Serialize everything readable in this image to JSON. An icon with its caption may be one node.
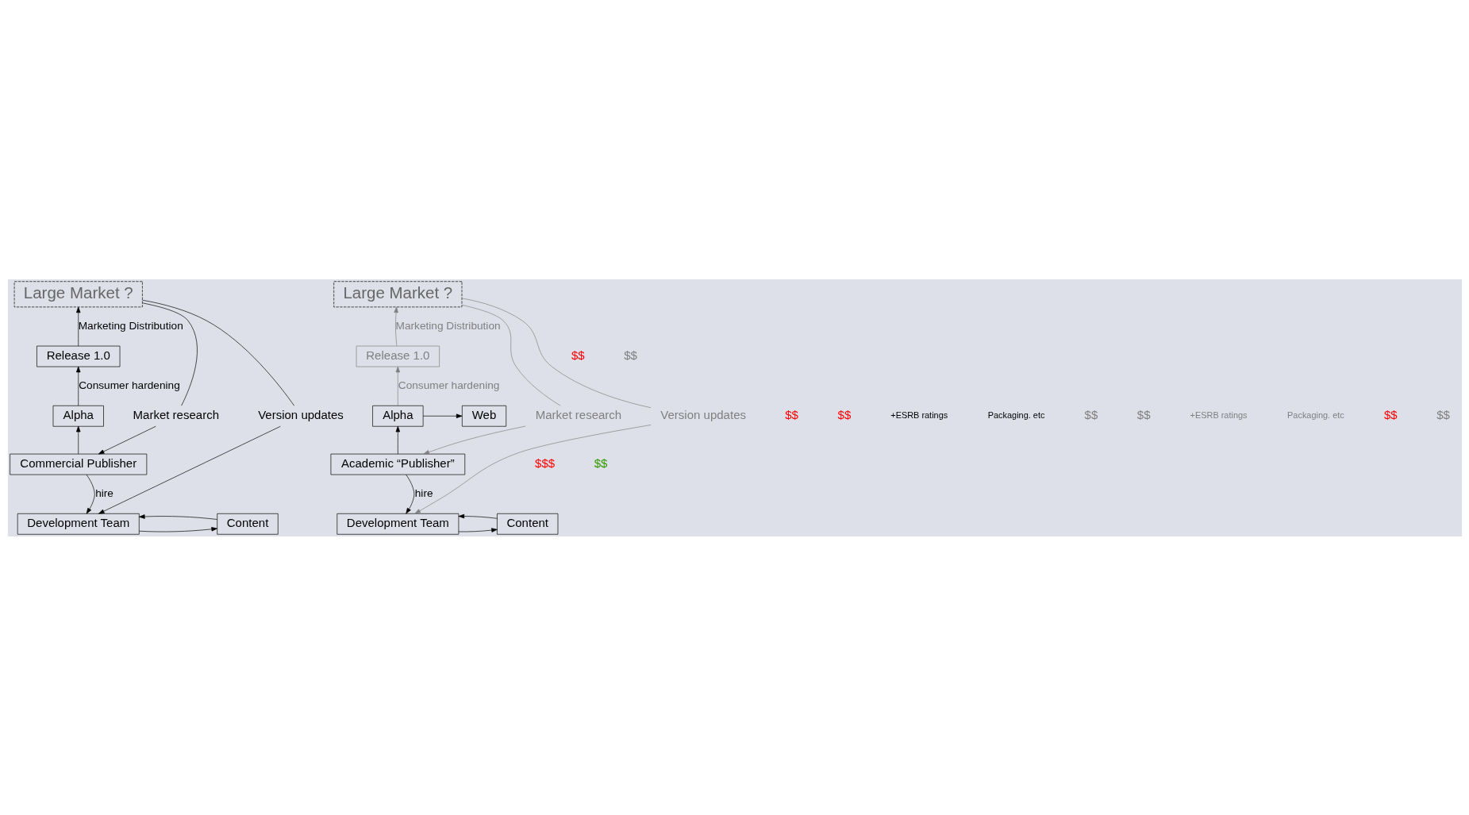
{
  "diagram": {
    "nodes": [
      {
        "text": [
          "Large Market ?"
        ]
      },
      {
        "text": [
          "Release 1.0"
        ]
      },
      {
        "text": [
          "Alpha"
        ]
      },
      {
        "text": [
          "Commercial Publisher"
        ]
      },
      {
        "text": [
          "Development Team"
        ]
      },
      {
        "text": [
          "Content"
        ]
      },
      {
        "text": [
          "Market research"
        ]
      },
      {
        "text": [
          "Version updates"
        ]
      },
      {
        "text": [
          "Large Market ?"
        ]
      },
      {
        "text": [
          "Release 1.0"
        ]
      },
      {
        "text": [
          "Alpha"
        ]
      },
      {
        "text": [
          "Web"
        ]
      },
      {
        "text": [
          "Academic “Publisher”"
        ]
      },
      {
        "text": [
          "Content"
        ]
      },
      {
        "text": [
          "Development Team"
        ]
      },
      {
        "text": [
          "Market research"
        ]
      },
      {
        "text": [
          "Version updates"
        ]
      }
    ],
    "edges": [
      {
        "from": 1,
        "to": 0,
        "arrow": "to",
        "label": "Marketing Distribution"
      },
      {
        "from": 2,
        "to": 1,
        "arrow": "to",
        "label": "Consumer hardening"
      },
      {
        "from": 3,
        "to": 2,
        "arrow": "to"
      },
      {
        "from": 3,
        "to": 4,
        "arrow": "to",
        "label": "hire"
      },
      {
        "from": 5,
        "to": 4,
        "arrow": "to"
      },
      {
        "from": 4,
        "to": 5,
        "arrow": "to"
      },
      {
        "from": 0,
        "to": 6,
        "arrow": "none"
      },
      {
        "from": 6,
        "to": 3,
        "arrow": "to"
      },
      {
        "from": 0,
        "to": 7,
        "arrow": "none"
      },
      {
        "from": 7,
        "to": 4,
        "arrow": "to"
      },
      {
        "from": 9,
        "to": 8,
        "arrow": "to",
        "label": "Marketing Distribution",
        "color": "#808080"
      },
      {
        "from": 10,
        "to": 9,
        "arrow": "to",
        "label": "Consumer hardening",
        "color": "#808080"
      },
      {
        "from": 10,
        "to": 11,
        "arrow": "to"
      },
      {
        "from": 12,
        "to": 10,
        "arrow": "to"
      },
      {
        "from": 12,
        "to": 14,
        "arrow": "to",
        "label": "hire"
      },
      {
        "from": 13,
        "to": 14,
        "arrow": "to"
      },
      {
        "from": 14,
        "to": 13,
        "arrow": "to"
      },
      {
        "from": 8,
        "to": 15,
        "arrow": "none",
        "color": "#808080"
      },
      {
        "from": 15,
        "to": 12,
        "arrow": "to",
        "color": "#808080"
      },
      {
        "from": 8,
        "to": 16,
        "arrow": "none",
        "color": "#808080"
      },
      {
        "from": 16,
        "to": 14,
        "arrow": "to",
        "color": "#808080"
      }
    ],
    "labels": [
      "$$",
      "$$",
      "$$",
      "$$",
      "+ESRB ratings",
      "Packaging. etc",
      "$$",
      "$$",
      "+ESRB ratings",
      "Packaging. etc",
      "$$",
      "$$$",
      "$$",
      "$$"
    ]
  }
}
